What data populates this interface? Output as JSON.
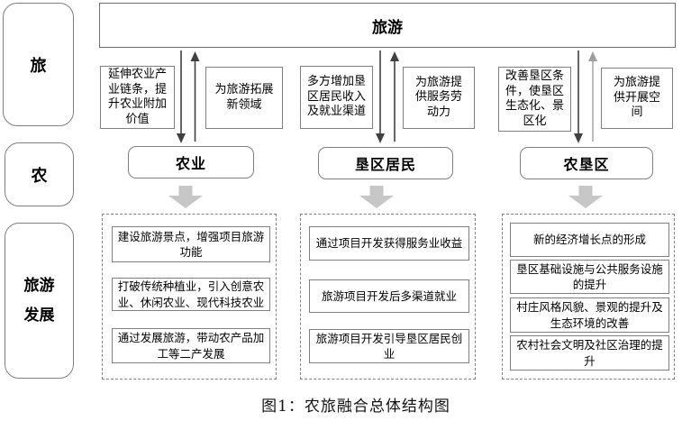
{
  "title_caption": "图1：农旅融合总体结构图",
  "sidebar": {
    "items": [
      {
        "label": "旅"
      },
      {
        "label": "农"
      },
      {
        "label": "旅游发展"
      }
    ]
  },
  "top_box": {
    "label": "旅游"
  },
  "columns": [
    {
      "entity": "农业",
      "downward_label": "延伸农业产业链条，提升农业附加价值",
      "upward_label": "为旅游拓展新领域",
      "outcomes": [
        "建设旅游景点，增强项目旅游功能",
        "打破传统种植业，引入创意农业、休闲农业、现代科技农业",
        "通过发展旅游，带动农产品加工等二产发展"
      ]
    },
    {
      "entity": "垦区居民",
      "downward_label": "多方增加垦区居民收入及就业渠道",
      "upward_label": "为旅游提供服务劳动力",
      "outcomes": [
        "通过项目开发获得服务业收益",
        "旅游项目开发后多渠道就业",
        "旅游项目开发引导垦区居民创业"
      ]
    },
    {
      "entity": "农垦区",
      "downward_label": "改善垦区条件，使垦区生态化、景区化",
      "upward_label": "为旅游提供开展空间",
      "outcomes": [
        "新的经济增长点的形成",
        "垦区基础设施与公共服务设施的提升",
        "村庄风格风貌、景观的提升及生态环境的改善",
        "农村社会文明及社区治理的提升"
      ]
    }
  ],
  "colors": {
    "box_border": "#7f7f7f",
    "dashed_border": "#808080",
    "thin_arrow": "#404040",
    "thin_arrow_light": "#9e9e9e",
    "block_arrow_fill": "#c7c7c7",
    "text": "#000000"
  }
}
